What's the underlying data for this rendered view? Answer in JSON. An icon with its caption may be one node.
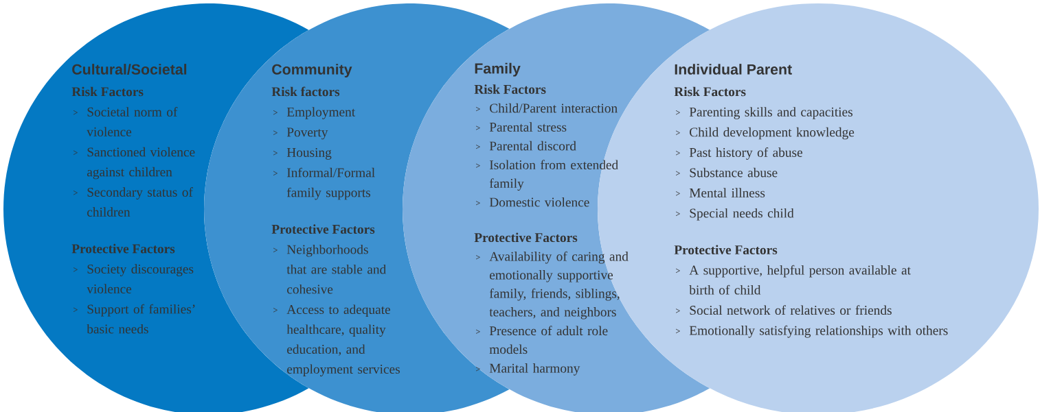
{
  "diagram": {
    "nodes": [
      {
        "text": [
          "Cultural/Societal",
          "Risk Factors",
          "Societal norm of violence",
          "Sanctioned violence against children",
          "Secondary status of children",
          "Protective Factors",
          "Society discourages violence",
          "Support of families’ basic needs"
        ]
      },
      {
        "text": [
          "Community",
          "Risk factors",
          "Employment",
          "Poverty",
          "Housing",
          "Informal/Formal family supports",
          "Protective Factors",
          "Neighborhoods that are stable and cohesive",
          "Access to adequate healthcare, quality education, and employment services"
        ]
      },
      {
        "text": [
          "Family",
          "Risk Factors",
          "Child/Parent interaction",
          "Parental stress",
          "Parental discord",
          "Isolation from extended family",
          "Domestic violence",
          "Protective Factors",
          "Availability of caring and emotionally supportive family, friends, siblings, teachers, and neighbors",
          "Presence of adult role models",
          "Marital harmony"
        ]
      },
      {
        "text": [
          "Individual Parent",
          "Risk Factors",
          "Parenting skills and capacities",
          "Child development knowledge",
          "Past history of abuse",
          "Substance abuse",
          "Mental illness",
          "Special needs child",
          "Protective Factors",
          "A supportive, helpful person available at birth of child",
          "Social network of relatives or friends",
          "Emotionally satisfying relationships with others"
        ]
      }
    ]
  }
}
